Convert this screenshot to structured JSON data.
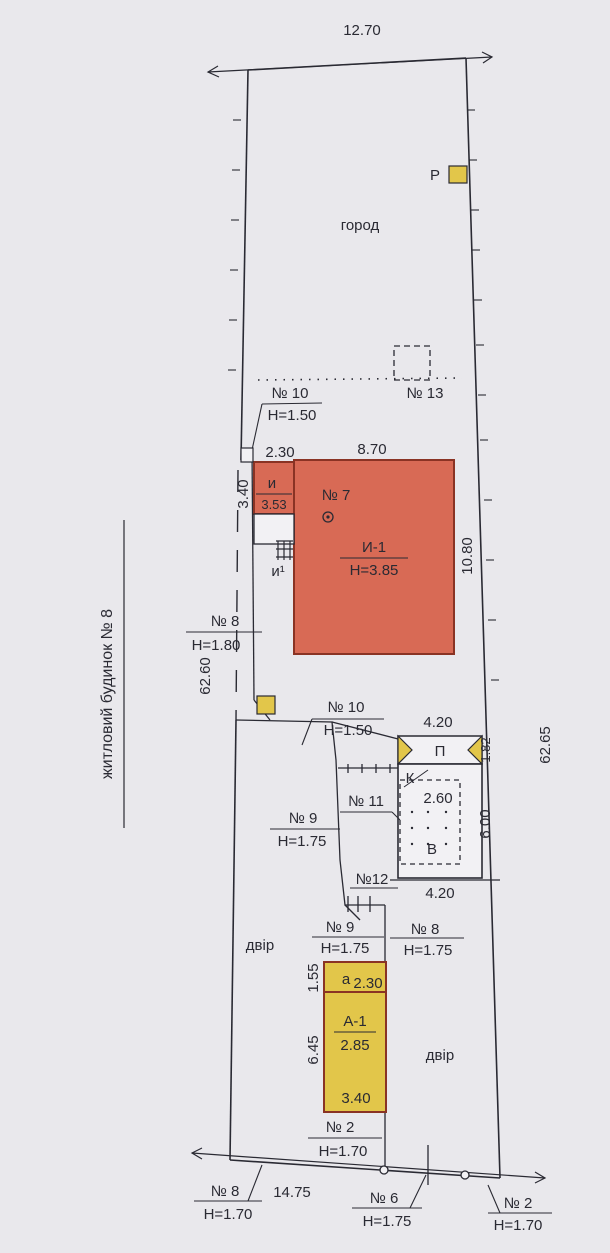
{
  "colors": {
    "paper": "#e9e8ec",
    "ink": "#2a2a33",
    "house": "#d86a55",
    "shed": "#e2c64a",
    "sheds_outline": "#8a3324"
  },
  "dims": {
    "top": "12.70",
    "left_total": "62.60",
    "right_total": "62.65",
    "bottom": "14.75",
    "annex_w": "2.30",
    "house_w": "8.70",
    "annex_h": "3.40",
    "house_h": "10.80",
    "shed_w_top": "4.20",
    "shed_w_bottom": "4.20",
    "shed_right_small": "1.82",
    "shed_right": "6.00",
    "a_top": "1.55",
    "a_height": "6.45",
    "a_small": "2.30",
    "a_bottom": "3.40",
    "in_shed": "2.60"
  },
  "rooms": {
    "house_label": "И-1",
    "house_h": "H=3.85",
    "annex_label": "и",
    "annex_val": "3.53",
    "porch_label": "и¹",
    "a1_label": "А-1",
    "a1_val": "2.85",
    "a_small_label": "а",
    "shed_p": "П",
    "shed_k": "К",
    "shed_b": "В",
    "well": "Р"
  },
  "areas": {
    "garden": "город",
    "yard_left": "двір",
    "yard_right": "двір"
  },
  "neighbor": "житловий будинок № 8",
  "fences": {
    "n10_top": "№ 10",
    "n10_top_h": "H=1.50",
    "n13": "№ 13",
    "n7": "№ 7",
    "n8_left": "№ 8",
    "n8_left_h": "H=1.80",
    "n10_mid": "№ 10",
    "n10_mid_h": "H=1.50",
    "n11": "№ 11",
    "n9": "№ 9",
    "n9_h": "H=1.75",
    "n12": "№12",
    "n9b": "№ 9",
    "n9b_h": "H=1.75",
    "n8_mid": "№ 8",
    "n8_mid_h": "H=1.75",
    "n2_mid": "№ 2",
    "n2_mid_h": "H=1.70",
    "n8_bot": "№ 8",
    "n8_bot_h": "H=1.70",
    "n6": "№ 6",
    "n6_h": "H=1.75",
    "n2_bot": "№ 2",
    "n2_bot_h": "H=1.70"
  }
}
